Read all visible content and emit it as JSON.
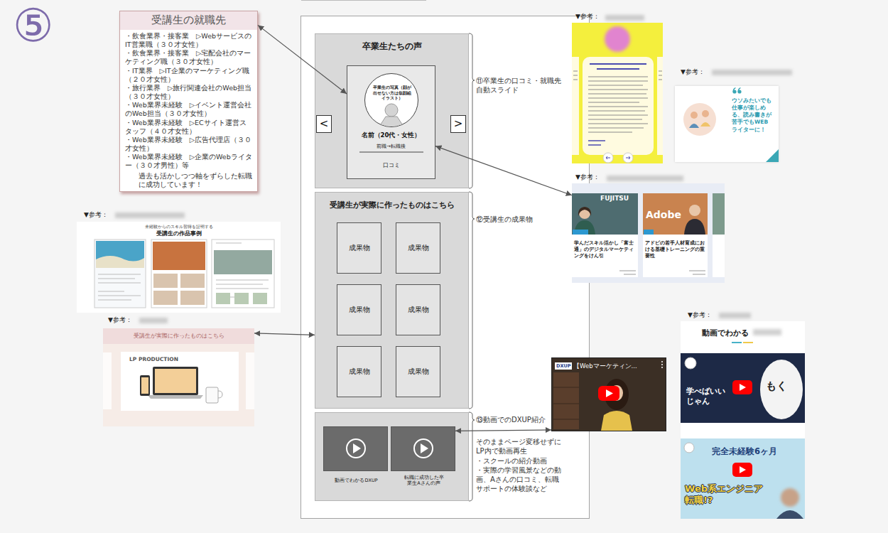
{
  "diagram": {
    "nodes": [
      {
        "text": [
          "受講生の就職先",
          "・飲食業界・接客業　▷WebサービスのIT営業職（３０才女性）",
          "・飲食業界・接客業　▷宅配会社のマーケティング職（３０才女性）",
          "・IT業界　▷IT企業のマーケティング職（２０才女性）",
          "・旅行業界　▷旅行関連会社のWeb担当（３０才女性）",
          "・Web業界未経験　▷イベント運営会社のWeb担当（３０才女性）",
          "・Web業界未経験　▷ECサイト運営スタッフ（４０才女性）",
          "・Web業界未経験　▷広告代理店（３０才女性）",
          "・Web業界未経験　▷企業のWebライター（３０才男性）等",
          "過去も活かしつつ軸をずらした転職に成功しています！"
        ]
      },
      {
        "text": [
          "卒業生たちの声"
        ]
      },
      {
        "text": [
          "名前（20代・女性）",
          "前職→転職後",
          "口コミ"
        ],
        "in": 1
      },
      {
        "text": [
          "卒業生の写真（顔が出せない方は似顔絵イラスト）"
        ],
        "in": 2
      },
      {
        "text": [
          "<"
        ],
        "in": 1
      },
      {
        "text": [
          ">"
        ],
        "in": 1
      },
      {
        "text": [
          "受講生が実際に作ったものはこちら"
        ]
      },
      {
        "text": [
          "成果物"
        ],
        "in": 6
      },
      {
        "text": [
          "成果物"
        ],
        "in": 6
      },
      {
        "text": [
          "成果物"
        ],
        "in": 6
      },
      {
        "text": [
          "成果物"
        ],
        "in": 6
      },
      {
        "text": [
          "成果物"
        ],
        "in": 6
      },
      {
        "text": [
          "成果物"
        ],
        "in": 6
      },
      {
        "text": [
          "動画でわかるDXUP"
        ]
      },
      {
        "text": [
          "転職に成功した卒業生Aさんの声"
        ]
      },
      {
        "text": [
          "▼参考："
        ]
      },
      {
        "text": [
          "▼参考：",
          "ウソみたいでも仕事が楽しめる、読み書きが苦手でもWEBライターに！"
        ]
      },
      {
        "text": [
          "▼参考：",
          "FUJITSU",
          "学んだスキル活かし「富士通」のデジタルマーケティングをけん引",
          "Adobe",
          "アドビの若手人材育成における基礎トレーニングの重要性"
        ]
      },
      {
        "text": [
          "▼参考：",
          "未経験からのスキル習得を証明する",
          "受講生の作品事例"
        ]
      },
      {
        "text": [
          "▼参考：",
          "受講生が実際に作ったものはこちら",
          "LP PRODUCTION"
        ]
      },
      {
        "text": [
          "DXUP",
          "【Webマーケティン..."
        ]
      },
      {
        "text": [
          "▼参考：",
          "動画でわかる",
          "学べばいいじゃん",
          "もく",
          "完全未経験6ヶ月",
          "Web系エンジニア転職!?"
        ]
      }
    ],
    "edges": [
      {
        "from": 0,
        "to": 2,
        "arrow": "both"
      },
      {
        "from": 2,
        "to": 17,
        "arrow": "both"
      },
      {
        "from": 6,
        "to": 19,
        "arrow": "both"
      },
      {
        "from": 14,
        "to": 20,
        "arrow": "both"
      }
    ],
    "labels": [
      "⑤",
      "⑪卒業生の口コミ・就職先自動スライド",
      "⑫受講生の成果物",
      "⑬動画でのDXUP紹介",
      "そのままページ変移せずにLP内で動画再生",
      "・スクールの紹介動画",
      "・実際の学習風景などの動画、Aさんの口コミ、転職サポートの体験談など"
    ]
  }
}
